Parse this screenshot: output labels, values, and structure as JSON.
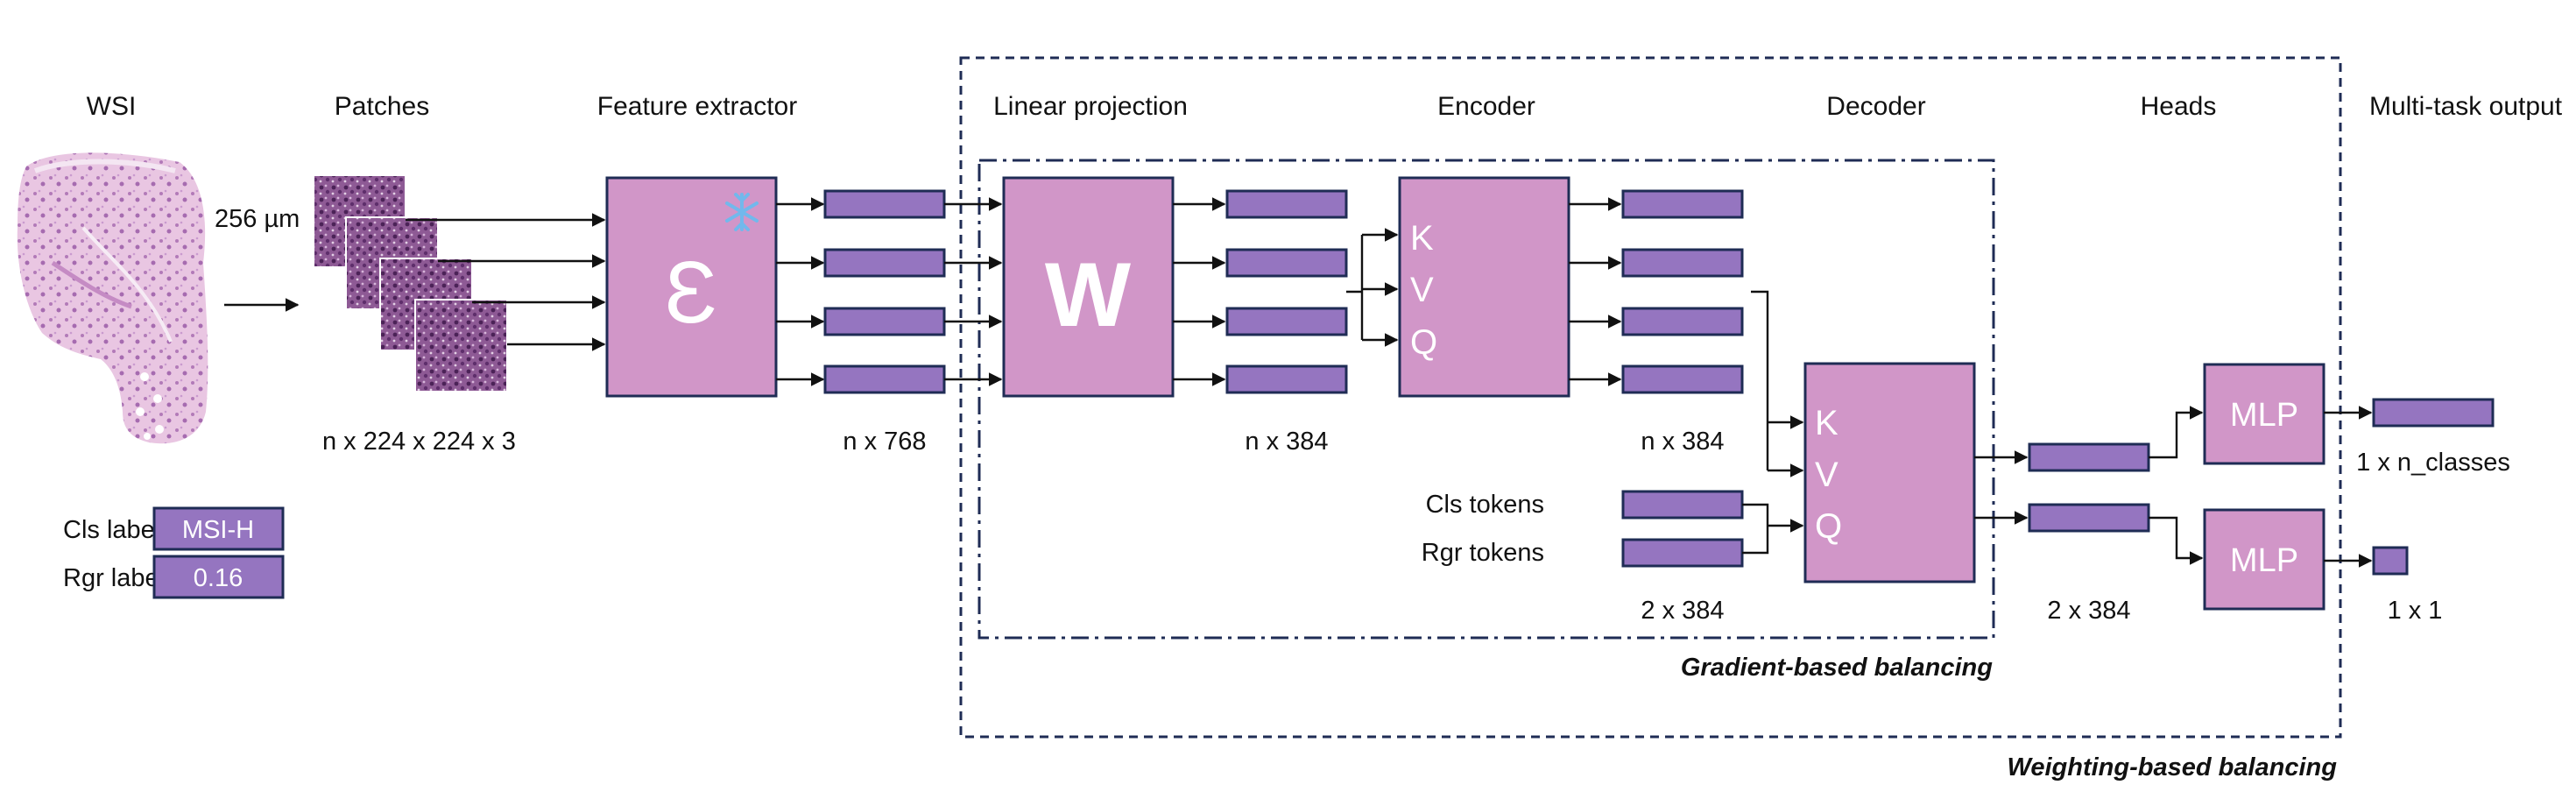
{
  "headers": {
    "wsi": "WSI",
    "patches": "Patches",
    "feature_extractor": "Feature extractor",
    "linear_projection": "Linear projection",
    "encoder": "Encoder",
    "decoder": "Decoder",
    "heads": "Heads",
    "multi_task_output": "Multi-task output"
  },
  "scale_label": "256 µm",
  "dims": {
    "patches": "n x 224 x 224 x 3",
    "features": "n x 768",
    "projection": "n x 384",
    "encoder_out": "n x 384",
    "tokens": "2 x 384",
    "decoder_out": "2 x 384",
    "cls_output": "1 x n_classes",
    "rgr_output": "1 x 1"
  },
  "labels": {
    "cls_label": "Cls label",
    "cls_value": "MSI-H",
    "rgr_label": "Rgr label",
    "rgr_value": "0.16"
  },
  "blocks": {
    "extractor_symbol": "Ɛ",
    "projection_symbol": "W",
    "encoder_k": "K",
    "encoder_v": "V",
    "encoder_q": "Q",
    "decoder_k": "K",
    "decoder_v": "V",
    "decoder_q": "Q",
    "head1": "MLP",
    "head2": "MLP"
  },
  "tokens": {
    "cls_tokens": "Cls tokens",
    "rgr_tokens": "Rgr tokens"
  },
  "regions": {
    "gradient_balancing": "Gradient-based balancing",
    "weighting_balancing": "Weighting-based balancing"
  },
  "colors": {
    "block_fill": "#D196C8",
    "token_fill": "#9575C0",
    "border": "#1F2C55"
  }
}
